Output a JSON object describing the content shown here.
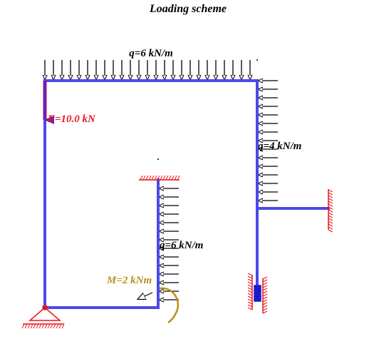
{
  "title": "Loading scheme",
  "loads": {
    "q_top": "q=6 kN/m",
    "q_right": "q=4 kN/m",
    "q_inner": "q=6 kN/m",
    "point_force": "F=10.0 kN",
    "moment": "M=2 kNm"
  },
  "colors": {
    "frame": "#4a4ae8",
    "support": "#e8161c",
    "force": "#7a1fa2",
    "force_label": "#e8161c",
    "moment": "#b8901c",
    "slider_block": "#1a1acc",
    "load_arrows": "#000000"
  }
}
